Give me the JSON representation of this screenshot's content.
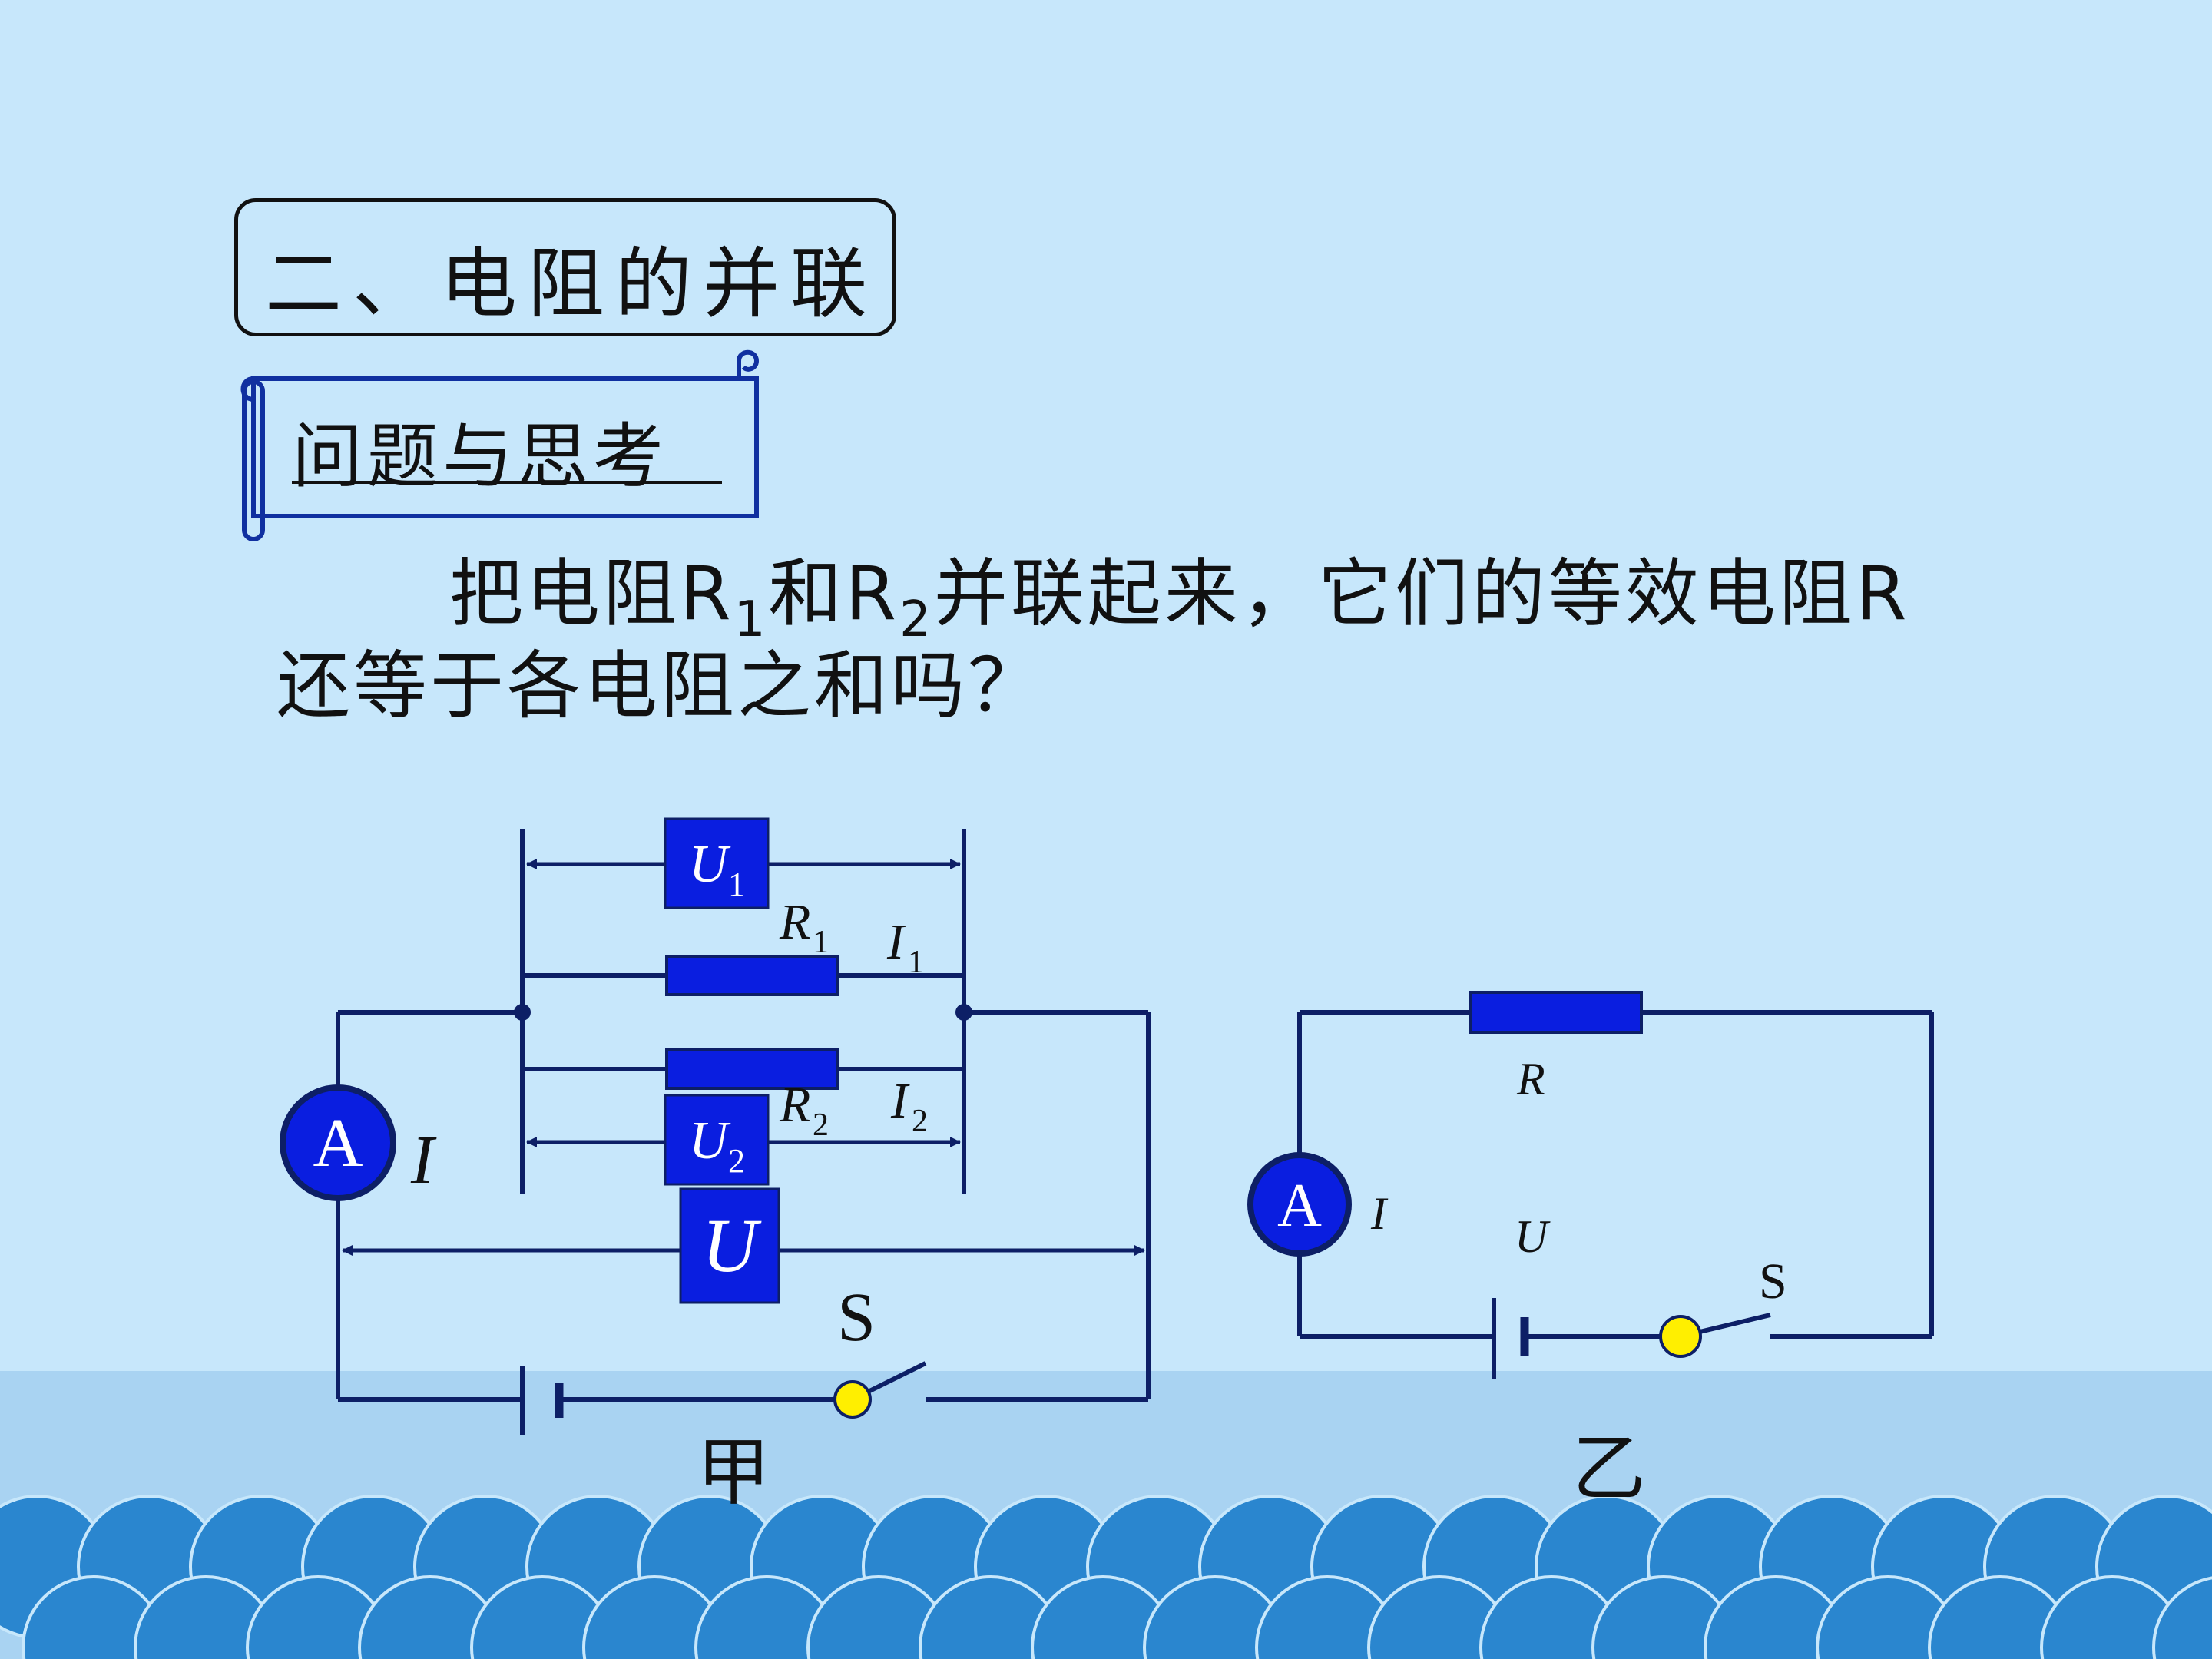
{
  "slide": {
    "section_title": "二、电阻的并联",
    "scroll_label": "问题与思考",
    "question": {
      "line1_a": "把电阻R",
      "line1_sub1": "1",
      "line1_b": "和R",
      "line1_sub2": "2",
      "line1_c": "并联起来，它们的等效电阻R",
      "line2": "还等于各电阻之和吗？"
    }
  },
  "circuit_jia": {
    "caption": "甲",
    "ammeter": "A",
    "current_total": "I",
    "r1_main": "R",
    "r1_sub": "1",
    "i1_main": "I",
    "i1_sub": "1",
    "r2_main": "R",
    "r2_sub": "2",
    "i2_main": "I",
    "i2_sub": "2",
    "u1_main": "U",
    "u1_sub": "1",
    "u2_main": "U",
    "u2_sub": "2",
    "u_total": "U",
    "switch": "S"
  },
  "circuit_yi": {
    "caption": "乙",
    "ammeter": "A",
    "current": "I",
    "resistor": "R",
    "voltage": "U",
    "switch": "S"
  },
  "colors": {
    "background": "#c7e7fb",
    "wire": "#0d1f66",
    "component_blue": "#0a1ee0",
    "switch_yellow": "#ffef00",
    "wave_dark": "#2a86cf",
    "wave_light": "#a9d3f2"
  }
}
